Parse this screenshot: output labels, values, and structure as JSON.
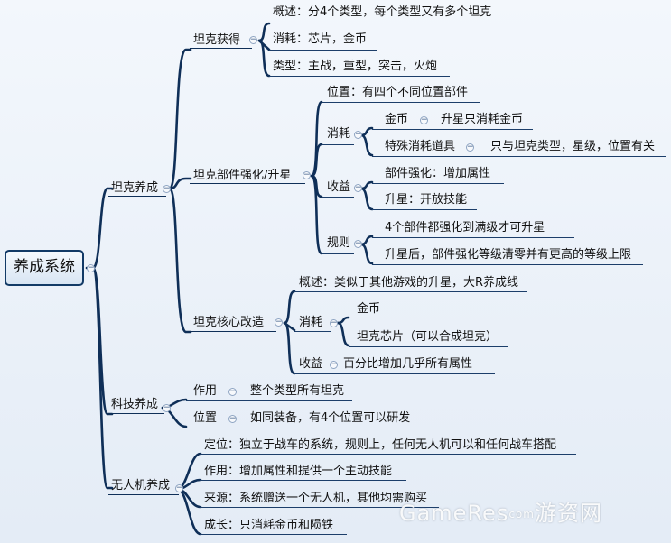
{
  "root": "养成系统",
  "tank": {
    "label": "坦克养成",
    "acquire": {
      "label": "坦克获得",
      "overview": "概述：分4个类型，每个类型又有多个坦克",
      "cost": "消耗：芯片，金币",
      "types": "类型：主战，重型，突击，火炮"
    },
    "parts": {
      "label": "坦克部件强化/升星",
      "position": "位置：有四个不同位置部件",
      "cost": {
        "label": "消耗",
        "gold": "金币",
        "gold_note": "升星只消耗金币",
        "special": "特殊消耗道具",
        "special_note": "只与坦克类型，星级，位置有关"
      },
      "gain": {
        "label": "收益",
        "enhance": "部件强化：增加属性",
        "star": "升星：开放技能"
      },
      "rule": {
        "label": "规则",
        "r1": "4个部件都强化到满级才可升星",
        "r2": "升星后，部件强化等级清零并有更高的等级上限"
      }
    },
    "core": {
      "label": "坦克核心改造",
      "overview": "概述：类似于其他游戏的升星，大R养成线",
      "cost": {
        "label": "消耗",
        "gold": "金币",
        "chip": "坦克芯片（可以合成坦克）"
      },
      "gain": {
        "label": "收益",
        "note": "百分比增加几乎所有属性"
      }
    }
  },
  "tech": {
    "label": "科技养成",
    "effect": {
      "label": "作用",
      "note": "整个类型所有坦克"
    },
    "position": {
      "label": "位置",
      "note": "如同装备，有4个位置可以研发"
    }
  },
  "drone": {
    "label": "无人机养成",
    "position": "定位：独立于战车的系统，规则上，任何无人机可以和任何战车搭配",
    "effect": "作用：增加属性和提供一个主动技能",
    "source": "来源：系统赠送一个无人机，其他均需购买",
    "growth": "成长：只消耗金币和陨铁"
  },
  "watermark": {
    "brand": "GameRes",
    "domain": "com",
    "name": "游资网"
  }
}
